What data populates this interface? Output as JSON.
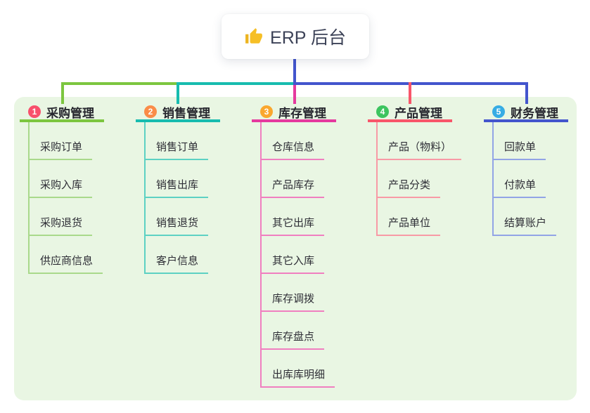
{
  "root": {
    "label": "ERP 后台",
    "icon": "thumbs-up-icon",
    "icon_color": "#f6bf26"
  },
  "panel": {
    "background": "#e9f6e3"
  },
  "connectors": {
    "root_line_color": "#4355cd"
  },
  "branches": [
    {
      "num": "1",
      "title": "采购管理",
      "badge_color": "#f8506c",
      "line_color": "#7cc63f",
      "child_line_color": "#a9d98b",
      "children": [
        "采购订单",
        "采购入库",
        "采购退货",
        "供应商信息"
      ]
    },
    {
      "num": "2",
      "title": "销售管理",
      "badge_color": "#fa8c48",
      "line_color": "#17bcaf",
      "child_line_color": "#5dd1c3",
      "children": [
        "销售订单",
        "销售出库",
        "销售退货",
        "客户信息"
      ]
    },
    {
      "num": "3",
      "title": "库存管理",
      "badge_color": "#faa72e",
      "line_color": "#e5399e",
      "child_line_color": "#f07fc0",
      "children": [
        "仓库信息",
        "产品库存",
        "其它出库",
        "其它入库",
        "库存调拨",
        "库存盘点",
        "出库库明细"
      ]
    },
    {
      "num": "4",
      "title": "产品管理",
      "badge_color": "#3cc45f",
      "line_color": "#f8566a",
      "child_line_color": "#f89aa6",
      "children": [
        "产品（物料）",
        "产品分类",
        "产品单位"
      ]
    },
    {
      "num": "5",
      "title": "财务管理",
      "badge_color": "#36ace4",
      "line_color": "#4355cd",
      "child_line_color": "#92a4e6",
      "children": [
        "回款单",
        "付款单",
        "结算账户"
      ]
    }
  ]
}
